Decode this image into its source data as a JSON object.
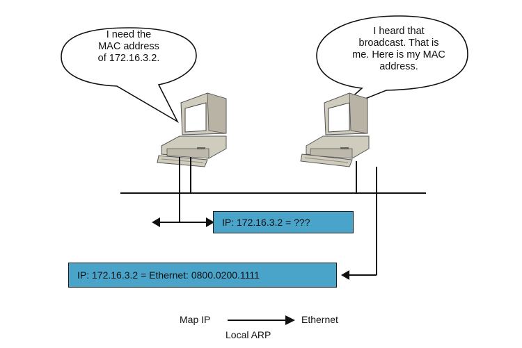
{
  "bubbles": {
    "left": {
      "line1": "I need the",
      "line2": "MAC address",
      "line3": "of 172.16.3.2."
    },
    "right": {
      "line1": "I heard that",
      "line2": "broadcast. That is",
      "line3": "me. Here is my MAC",
      "line4": "address."
    }
  },
  "boxes": {
    "request": "IP: 172.16.3.2 = ???",
    "reply": "IP: 172.16.3.2 = Ethernet: 0800.0200.1111"
  },
  "legend": {
    "from": "Map IP",
    "to": "Ethernet",
    "caption": "Local ARP"
  },
  "colors": {
    "box_fill": "#4aa3c9",
    "computer_body": "#cfcbbd",
    "screen": "#ffffff"
  },
  "icons": [
    "computer-icon",
    "speech-bubble-icon",
    "arrow-icon"
  ]
}
